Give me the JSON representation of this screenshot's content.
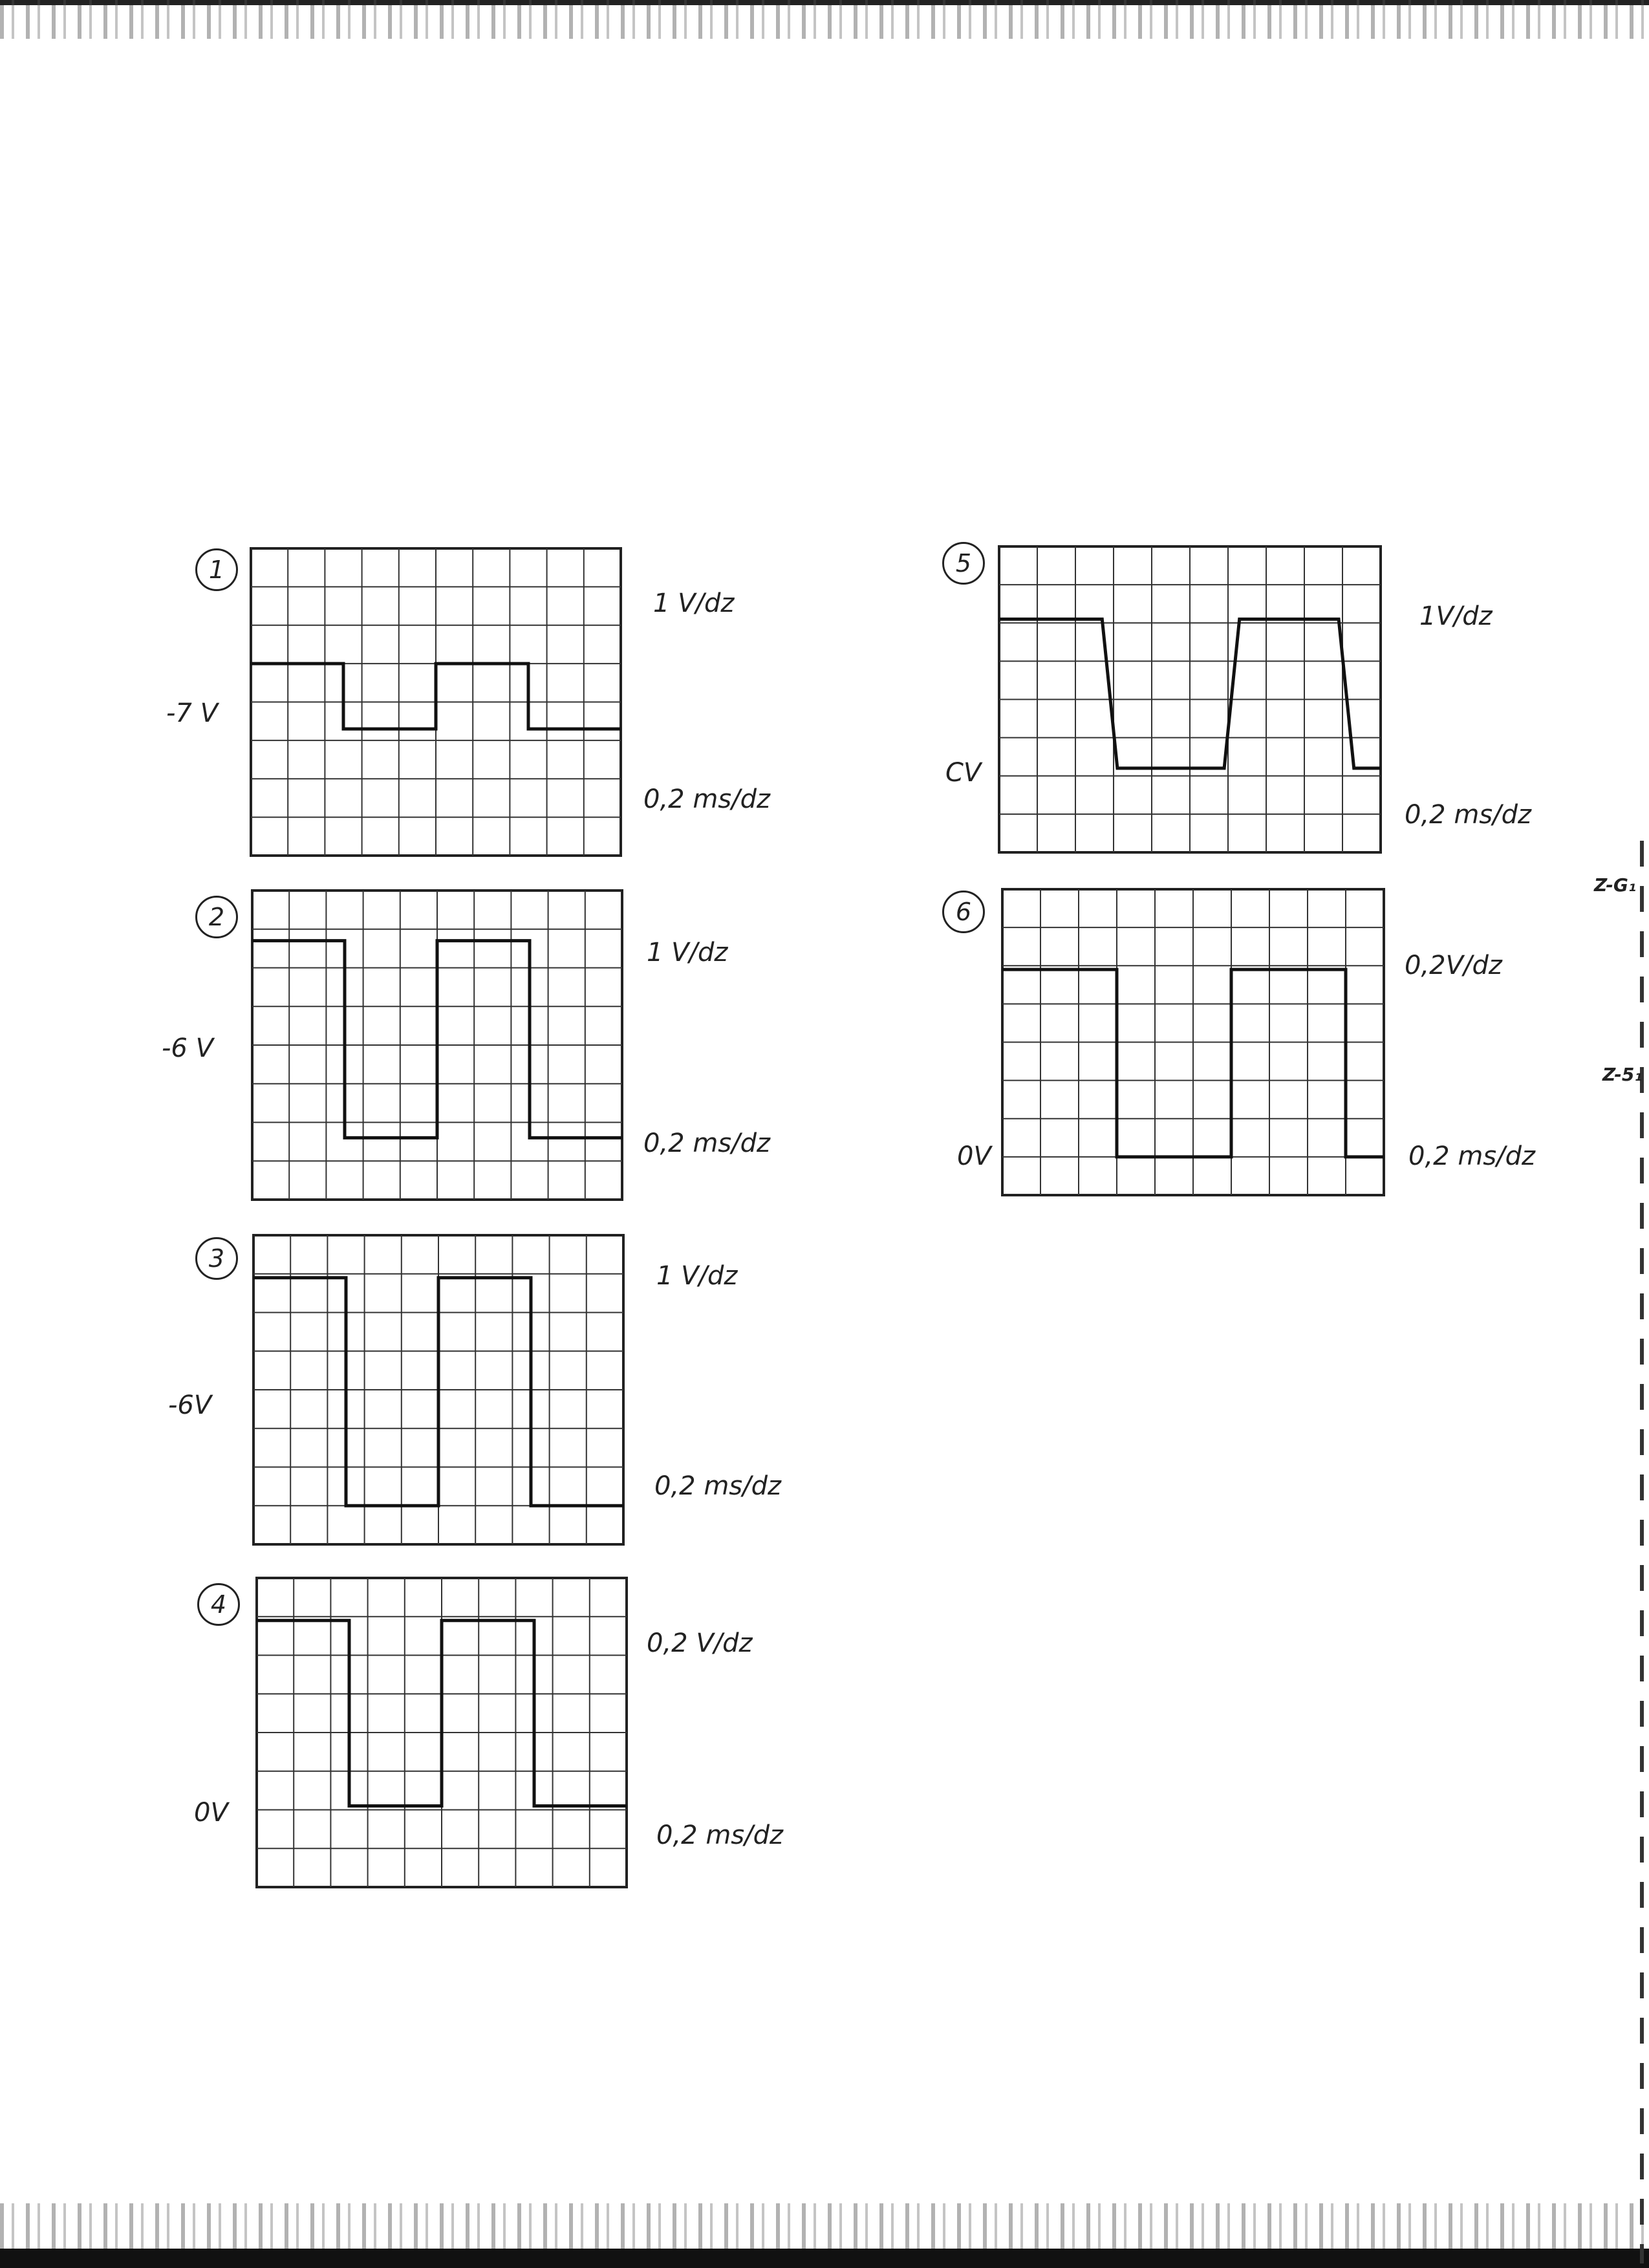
{
  "diagrams": [
    {
      "number": "1",
      "volt_scale": "1 V/dz",
      "time_scale": "0,2 ms/dz",
      "level_label": "-7 V",
      "wave": {
        "shape": "square",
        "x": [
          0,
          2.5,
          5,
          7.5,
          10
        ],
        "high": 5.0,
        "low": 3.3,
        "start_high": true
      }
    },
    {
      "number": "2",
      "volt_scale": "1 V/dz",
      "time_scale": "0,2 ms/dz",
      "level_label": "-6 V",
      "wave": {
        "shape": "square",
        "x": [
          0,
          2.5,
          5,
          7.5,
          10
        ],
        "high": 6.7,
        "low": 1.6,
        "start_high": true
      }
    },
    {
      "number": "3",
      "volt_scale": "1 V/dz",
      "time_scale": "0,2 ms/dz",
      "level_label": "-6V",
      "wave": {
        "shape": "square",
        "x": [
          0,
          2.5,
          5,
          7.5,
          10
        ],
        "high": 6.9,
        "low": 1.0,
        "start_high": true
      }
    },
    {
      "number": "4",
      "volt_scale": "0,2 V/dz",
      "time_scale": "0,2 ms/dz",
      "level_label": "0V",
      "wave": {
        "shape": "square",
        "x": [
          0,
          2.5,
          5,
          7.5,
          10
        ],
        "high": 6.9,
        "low": 2.1,
        "start_high": true
      }
    },
    {
      "number": "5",
      "volt_scale": "1V/dz",
      "time_scale": "0,2 ms/dz",
      "level_label": "CV",
      "wave": {
        "shape": "trapezoid",
        "points": [
          [
            0,
            6.1
          ],
          [
            2.7,
            6.1
          ],
          [
            3.1,
            2.2
          ],
          [
            5.9,
            2.2
          ],
          [
            6.3,
            6.1
          ],
          [
            8.9,
            6.1
          ],
          [
            9.3,
            2.2
          ],
          [
            10,
            2.2
          ]
        ]
      }
    },
    {
      "number": "6",
      "volt_scale": "0,2V/dz",
      "time_scale": "0,2 ms/dz",
      "level_label": "0V",
      "wave": {
        "shape": "square",
        "x": [
          0,
          3,
          6,
          9,
          10
        ],
        "high": 5.9,
        "low": 1.0,
        "start_high": true
      }
    }
  ],
  "margin_marks": [
    "Z-G₁",
    "Z-5₁"
  ]
}
